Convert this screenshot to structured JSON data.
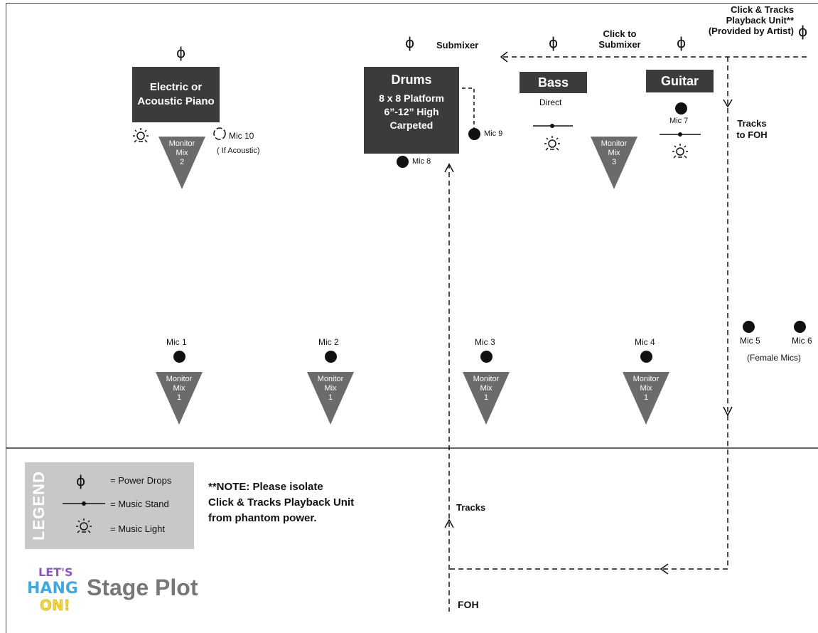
{
  "instruments": {
    "piano": "Electric or Acoustic Piano",
    "drums_title": "Drums",
    "drums_detail": "8 x 8 Platform 6”-12” High Carpeted",
    "bass": "Bass",
    "guitar": "Guitar"
  },
  "labels": {
    "submixer": "Submixer",
    "click_to_submixer": "Click to Submixer",
    "playback_unit": "Click & Tracks Playback Unit** (Provided by Artist)",
    "tracks_to_foh": "Tracks to FOH",
    "direct": "Direct",
    "if_acoustic": "( If Acoustic)",
    "female_mics": "(Female Mics)",
    "tracks": "Tracks",
    "foh": "FOH"
  },
  "mics": {
    "mic1": "Mic 1",
    "mic2": "Mic 2",
    "mic3": "Mic 3",
    "mic4": "Mic 4",
    "mic5": "Mic 5",
    "mic6": "Mic 6",
    "mic7": "Mic 7",
    "mic8": "Mic 8",
    "mic9": "Mic 9",
    "mic10": "Mic 10"
  },
  "monitors": {
    "mix1": [
      "Monitor",
      "Mix",
      "1"
    ],
    "mix2": [
      "Monitor",
      "Mix",
      "2"
    ],
    "mix3": [
      "Monitor",
      "Mix",
      "3"
    ]
  },
  "legend": {
    "title": "LEGEND",
    "power": "= Power Drops",
    "stand": "= Music Stand",
    "light": "= Music Light"
  },
  "note": {
    "line1": "**NOTE: Please isolate",
    "line2": "Click & Tracks Playback Unit",
    "line3": "from phantom power."
  },
  "footer": {
    "logo_text": "LET'S HANG ON!",
    "title": "Stage Plot"
  },
  "colors": {
    "box": "#3b3b3b",
    "monitor": "#6b6b6b",
    "legend_bg": "#c8c8c8",
    "logo_purple": "#8b58b8",
    "logo_blue": "#41a9e0",
    "logo_yellow": "#f2d43a",
    "title_gray": "#777777"
  }
}
